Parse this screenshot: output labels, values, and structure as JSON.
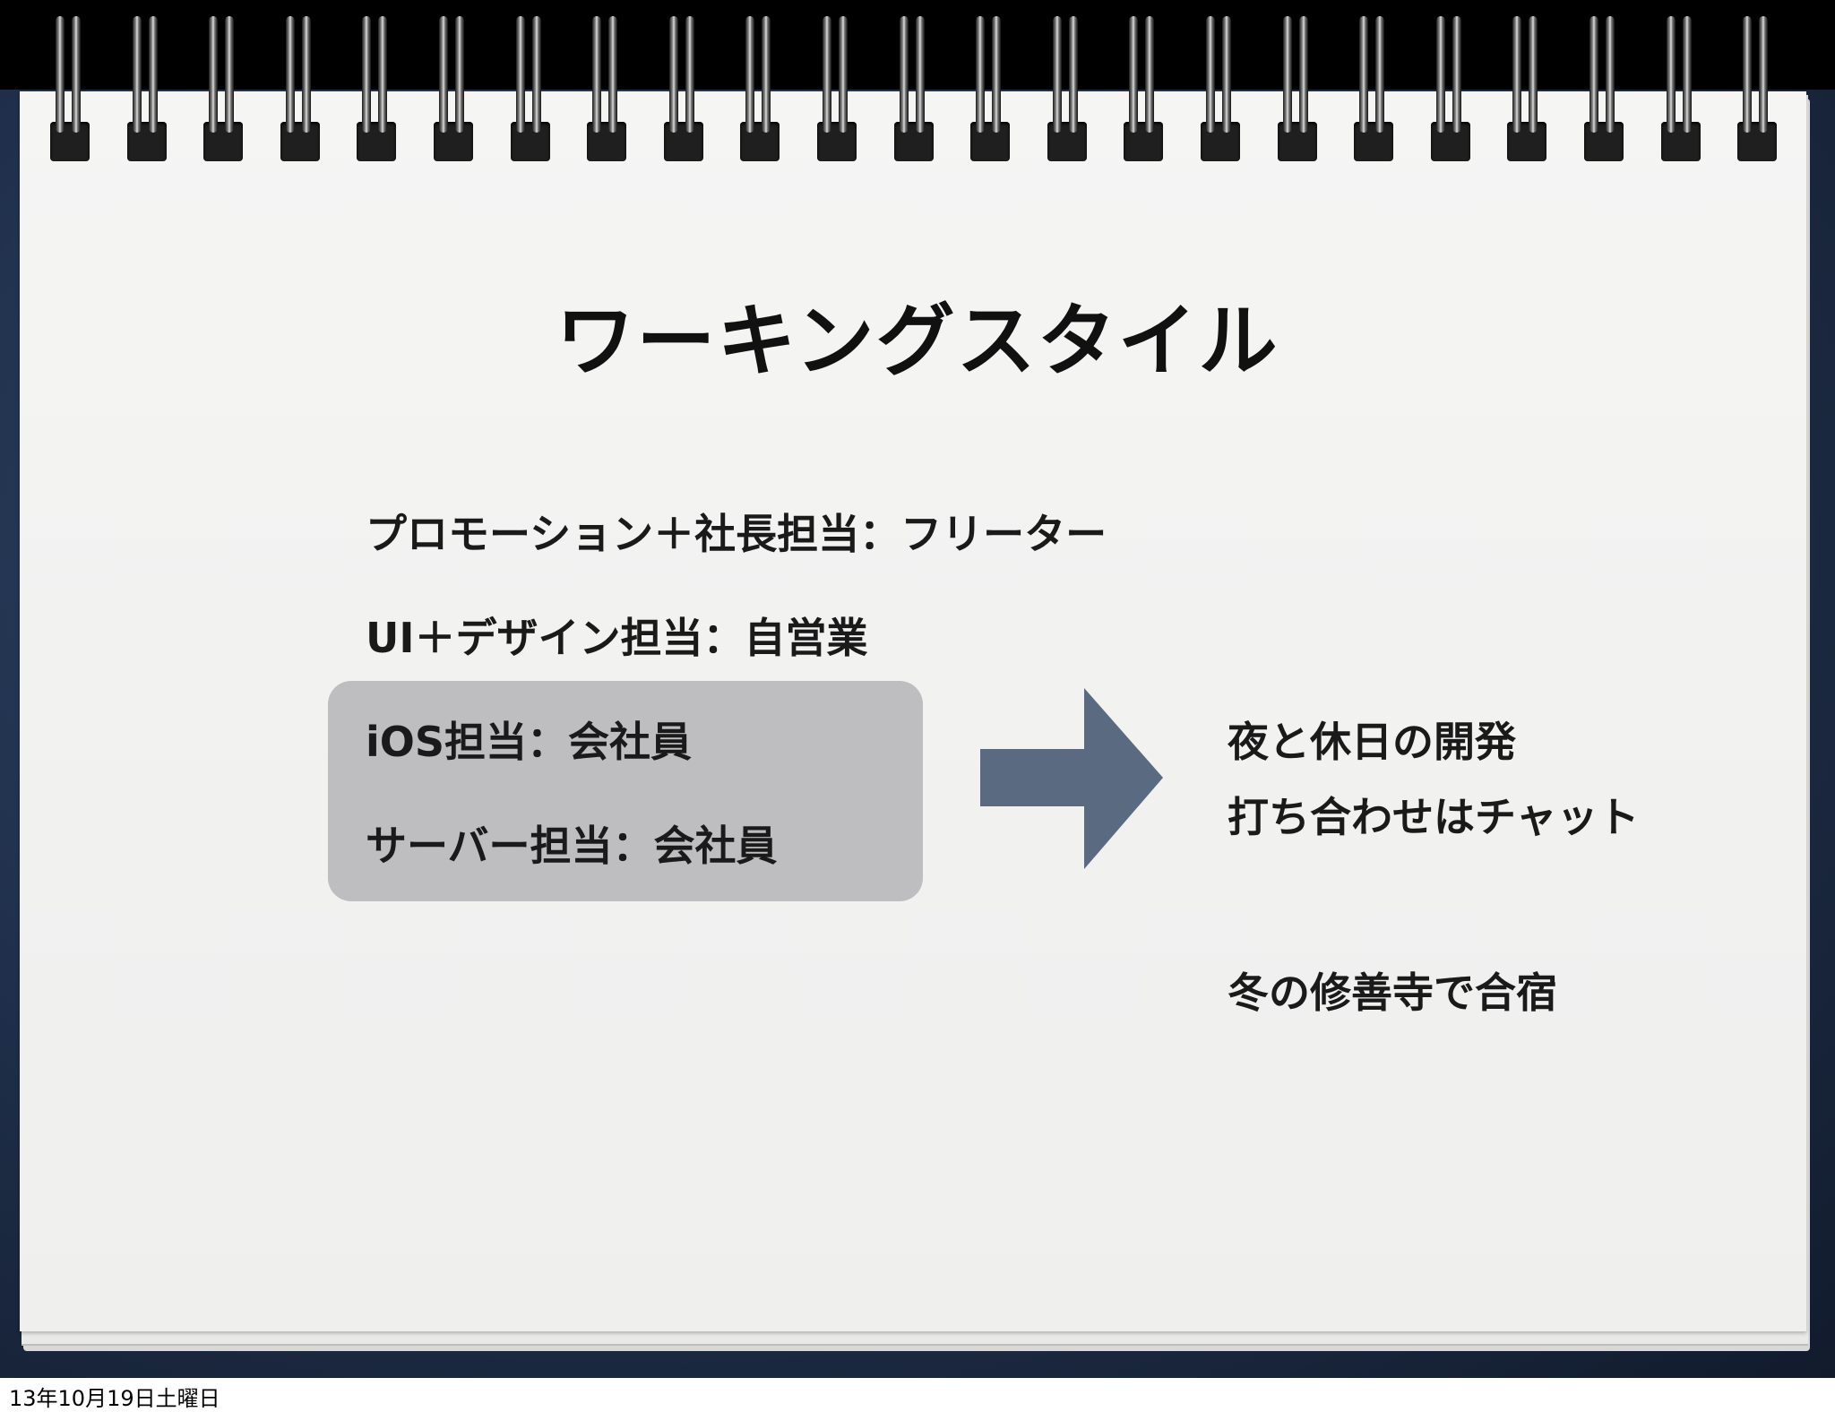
{
  "slide": {
    "title": "ワーキングスタイル",
    "roles": [
      "プロモーション＋社長担当：フリーター",
      "UI＋デザイン担当：自営業",
      "iOS担当：会社員",
      "サーバー担当：会社員"
    ],
    "results": [
      "夜と休日の開発",
      "打ち合わせはチャット",
      "冬の修善寺で合宿"
    ],
    "arrow_icon": "right-arrow-icon",
    "colors": {
      "desk": "#1c2a44",
      "paper": "#f3f3f2",
      "highlight_box": "#bebdc0",
      "arrow": "#5a6a80",
      "text": "#1a1a1a"
    }
  },
  "footer": {
    "date": "13年10月19日土曜日"
  }
}
